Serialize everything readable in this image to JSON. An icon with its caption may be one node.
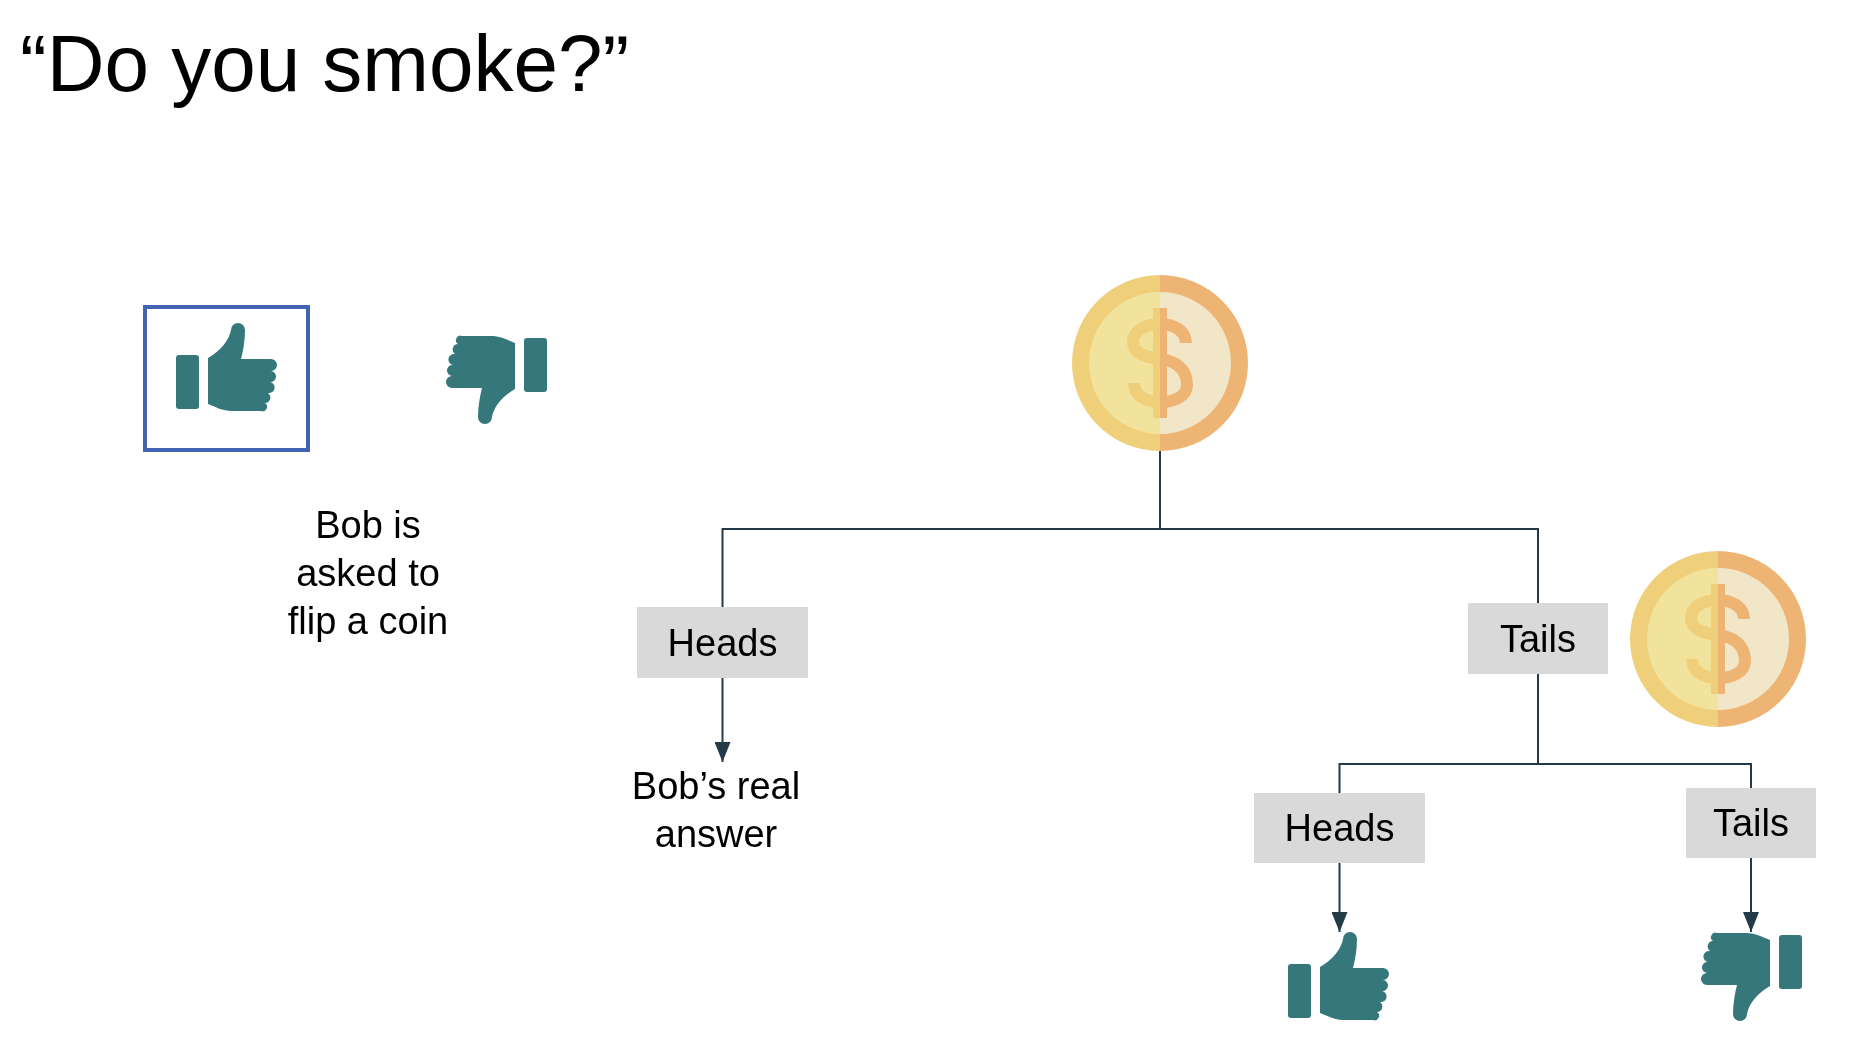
{
  "diagram": {
    "title": "“Do you smoke?”",
    "nodes": [
      {
        "text": [],
        "shape": "box"
      },
      {
        "text": [],
        "shape": "picture",
        "in": 0
      },
      {
        "text": [],
        "shape": "picture"
      },
      {
        "text": [],
        "shape": "picture"
      },
      {
        "text": [
          "Heads"
        ]
      },
      {
        "text": [
          "Tails"
        ]
      },
      {
        "text": [],
        "shape": "picture"
      },
      {
        "text": [
          "Bob’s real answer"
        ]
      },
      {
        "text": [
          "Heads"
        ]
      },
      {
        "text": [
          "Tails"
        ]
      },
      {
        "text": [],
        "shape": "picture"
      },
      {
        "text": [],
        "shape": "picture"
      }
    ],
    "edges": [
      {
        "from": 3,
        "to": 4,
        "arrow": "none"
      },
      {
        "from": 3,
        "to": 5,
        "arrow": "none"
      },
      {
        "from": 4,
        "to": 7,
        "arrow": "to"
      },
      {
        "from": 5,
        "to": 8,
        "arrow": "none"
      },
      {
        "from": 5,
        "to": 9,
        "arrow": "none"
      },
      {
        "from": 8,
        "to": 10,
        "arrow": "to"
      },
      {
        "from": 9,
        "to": 11,
        "arrow": "to"
      }
    ],
    "labels": [
      "Bob is asked to flip a coin"
    ]
  }
}
